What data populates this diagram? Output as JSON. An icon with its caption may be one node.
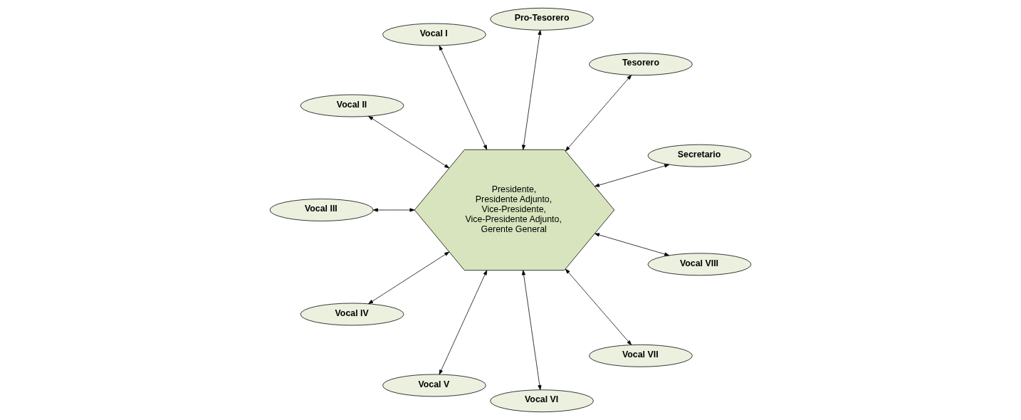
{
  "diagram": {
    "nodes": [
      {
        "text": [
          "Presidente, Presidente Adjunto, Vice-Presidente, Vice-Presidente Adjunto, Gerente General"
        ]
      },
      {
        "text": [
          "Secretario"
        ]
      },
      {
        "text": [
          "Tesorero"
        ]
      },
      {
        "text": [
          "Pro-Tesorero"
        ]
      },
      {
        "text": [
          "Vocal I"
        ]
      },
      {
        "text": [
          "Vocal II"
        ]
      },
      {
        "text": [
          "Vocal III"
        ]
      },
      {
        "text": [
          "Vocal IV"
        ]
      },
      {
        "text": [
          "Vocal V"
        ]
      },
      {
        "text": [
          "Vocal VI"
        ]
      },
      {
        "text": [
          "Vocal VII"
        ]
      },
      {
        "text": [
          "Vocal VIII"
        ]
      }
    ],
    "edges": [
      {
        "from": 0,
        "to": 1,
        "arrow": "both"
      },
      {
        "from": 0,
        "to": 2,
        "arrow": "both"
      },
      {
        "from": 0,
        "to": 3,
        "arrow": "both"
      },
      {
        "from": 0,
        "to": 4,
        "arrow": "both"
      },
      {
        "from": 0,
        "to": 5,
        "arrow": "both"
      },
      {
        "from": 0,
        "to": 6,
        "arrow": "both"
      },
      {
        "from": 0,
        "to": 7,
        "arrow": "both"
      },
      {
        "from": 0,
        "to": 8,
        "arrow": "both"
      },
      {
        "from": 0,
        "to": 9,
        "arrow": "both"
      },
      {
        "from": 0,
        "to": 10,
        "arrow": "both"
      },
      {
        "from": 0,
        "to": 11,
        "arrow": "both"
      }
    ]
  }
}
